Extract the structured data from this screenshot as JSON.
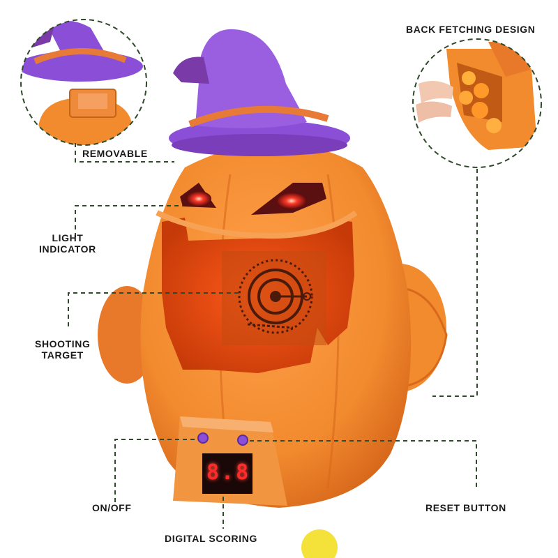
{
  "labels": {
    "back_fetching": "BACK FETCHING DESIGN",
    "removable": "REMOVABLE",
    "light_line1": "LIGHT",
    "light_line2": "INDICATOR",
    "shooting_line1": "SHOOTING",
    "shooting_line2": "TARGET",
    "on_off": "ON/OFF",
    "reset": "RESET BUTTON",
    "digital_scoring": "DIGITAL SCORING"
  },
  "display": {
    "score": "8.8"
  },
  "colors": {
    "pumpkin": "#f28a2e",
    "pumpkin_shadow": "#d8691c",
    "hat": "#8a4fd6",
    "hat_band": "#e67a36",
    "leader_line": "#2f4a2a",
    "eye_glow": "#ff3a2a",
    "ball_yellow": "#f4e23a",
    "ball_orange": "#ff9a2a"
  }
}
